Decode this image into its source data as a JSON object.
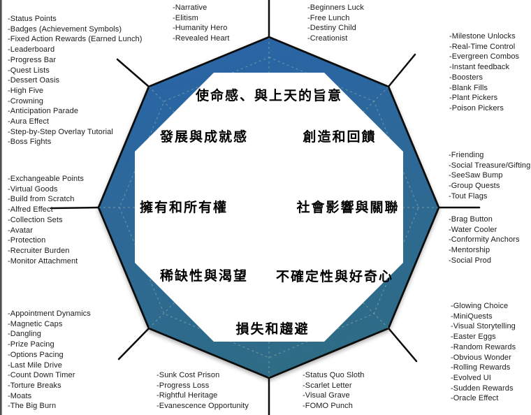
{
  "diagram": {
    "core_drives": {
      "meaning": "使命感、與上天的旨意",
      "accomplishment": "發展與成就感",
      "empowerment": "創造和回饋",
      "ownership": "擁有和所有權",
      "social": "社會影響與關聯",
      "scarcity": "稀缺性與渴望",
      "unpredictability": "不確定性與好奇心",
      "loss_avoidance": "損失和趨避"
    },
    "lists": {
      "accomplishment": [
        "-Status Points",
        "-Badges (Achievement Symbols)",
        "-Fixed Action Rewards (Earned Lunch)",
        "-Leaderboard",
        "-Progress Bar",
        "-Quest Lists",
        "-Dessert Oasis",
        "-High Five",
        "-Crowning",
        "-Anticipation Parade",
        "-Aura Effect",
        "-Step-by-Step Overlay Tutorial",
        "-Boss Fights"
      ],
      "meaning_left": [
        "-Narrative",
        "-Elitism",
        "-Humanity Hero",
        "-Revealed Heart"
      ],
      "meaning_right": [
        "-Beginners Luck",
        "-Free Lunch",
        "-Destiny Child",
        "-Creationist"
      ],
      "empowerment": [
        "-Milestone Unlocks",
        "-Real-Time Control",
        "-Evergreen Combos",
        "-Instant feedback",
        "-Boosters",
        "-Blank Fills",
        "-Plant Pickers",
        "-Poison Pickers"
      ],
      "social_top": [
        "-Friending",
        "-Social Treasure/Gifting",
        "-SeeSaw Bump",
        "-Group Quests",
        "-Tout Flags"
      ],
      "social_bottom": [
        "-Brag Button",
        "-Water Cooler",
        "-Conformity Anchors",
        "-Mentorship",
        "-Social Prod"
      ],
      "ownership": [
        "-Exchangeable Points",
        "-Virtual Goods",
        "-Build from Scratch",
        "-Alfred Effect",
        "-Collection Sets",
        "-Avatar",
        "-Protection",
        "-Recruiter Burden",
        "-Monitor Attachment"
      ],
      "scarcity": [
        "-Appointment Dynamics",
        "-Magnetic Caps",
        "-Dangling",
        "-Prize Pacing",
        "-Options Pacing",
        "-Last Mile Drive",
        "-Count Down Timer",
        "-Torture Breaks",
        "-Moats",
        "-The Big Burn"
      ],
      "loss_avoidance_left": [
        "-Sunk Cost Prison",
        "-Progress Loss",
        "-Rightful Heritage",
        "-Evanescence Opportunity"
      ],
      "loss_avoidance_right": [
        "-Status Quo Sloth",
        "-Scarlet Letter",
        "-Visual Grave",
        "-FOMO Punch"
      ],
      "unpredictability": [
        "-Glowing Choice",
        "-MiniQuests",
        "-Visual Storytelling",
        "-Easter Eggs",
        "-Random Rewards",
        "-Obvious Wonder",
        "-Rolling Rewards",
        "-Evolved UI",
        "-Sudden Rewards",
        "-Oracle Effect"
      ]
    },
    "colors": {
      "ring_top": "#2b64a8",
      "ring_bottom": "#2f6c86",
      "inner": "#ffffff",
      "line": "#0b0b0b",
      "dash": "#9fbcac",
      "text": "#1a1a1a"
    }
  }
}
